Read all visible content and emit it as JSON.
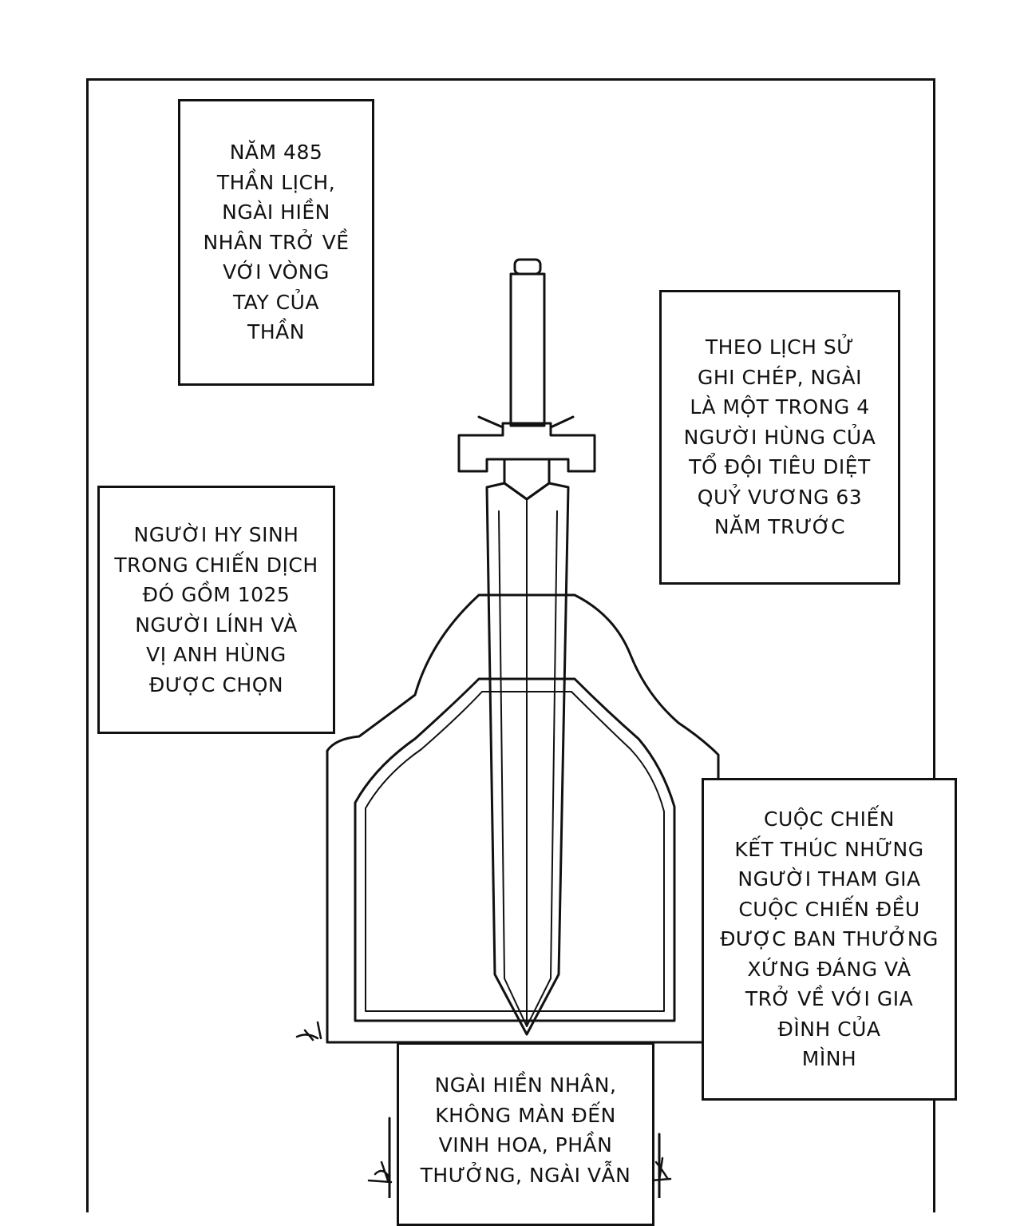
{
  "captions": [
    {
      "id": "cap-1",
      "lines": [
        "NĂM 485",
        "THẦN LỊCH,",
        "NGÀI HIỀN",
        "NHÂN TRỞ VỀ",
        "VỚI VÒNG",
        "TAY CỦA",
        "THẦN"
      ]
    },
    {
      "id": "cap-2",
      "lines": [
        "THEO LỊCH SỬ",
        "GHI CHÉP, NGÀI",
        "LÀ MỘT TRONG 4",
        "NGƯỜI HÙNG CỦA",
        "TỔ ĐỘI TIÊU DIỆT",
        "QUỶ VƯƠNG 63",
        "NĂM TRƯỚC"
      ]
    },
    {
      "id": "cap-3",
      "lines": [
        "NGƯỜI HY SINH",
        "TRONG CHIẾN DỊCH",
        "ĐÓ GỒM 1025",
        "NGƯỜI LÍNH VÀ",
        "VỊ ANH HÙNG",
        "ĐƯỢC CHỌN"
      ]
    },
    {
      "id": "cap-4",
      "lines": [
        "CUỘC CHIẾN",
        "KẾT THÚC NHỮNG",
        "NGƯỜI THAM GIA",
        "CUỘC CHIẾN ĐỀU",
        "ĐƯỢC BAN THƯỞNG",
        "XỨNG ĐÁNG VÀ",
        "TRỞ VỀ VỚI GIA",
        "ĐÌNH CỦA",
        "MÌNH"
      ]
    },
    {
      "id": "cap-5",
      "lines": [
        "NGÀI HIỀN NHÂN,",
        "KHÔNG MÀN ĐẾN",
        "VINH HOA, PHẦN",
        "THƯỞNG, NGÀI VẪN"
      ]
    }
  ]
}
